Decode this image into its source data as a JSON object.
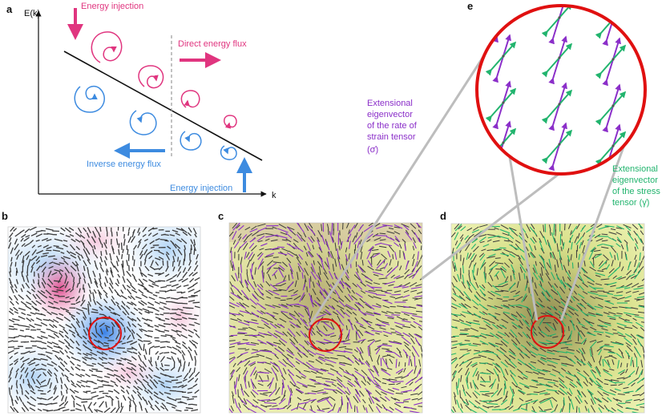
{
  "panel_a": {
    "letter": "a",
    "y_axis_label": "E(k)",
    "x_axis_label": "k",
    "energy_injection_top": "Energy injection",
    "direct_flux": "Direct energy flux",
    "inverse_flux": "Inverse energy flux",
    "energy_injection_bottom": "Energy injection"
  },
  "panel_b": {
    "letter": "b"
  },
  "panel_c": {
    "letter": "c"
  },
  "panel_d": {
    "letter": "d"
  },
  "panel_e": {
    "letter": "e",
    "purple_label_lines": [
      "Extensional",
      "eigenvector",
      "of the rate of",
      "strain tensor",
      "(σ̇)"
    ],
    "green_label_lines": [
      "Extensional",
      "eigenvector",
      "of the stress",
      "tensor (γ̇)"
    ]
  },
  "colors": {
    "pink": "#e0357f",
    "blue": "#3d8be0",
    "purple": "#8b2fc9",
    "green": "#22b46e",
    "red_circle": "#e01010",
    "dark_arrows": "#3a3a3a",
    "gray_lines": "#bdbdbd"
  }
}
